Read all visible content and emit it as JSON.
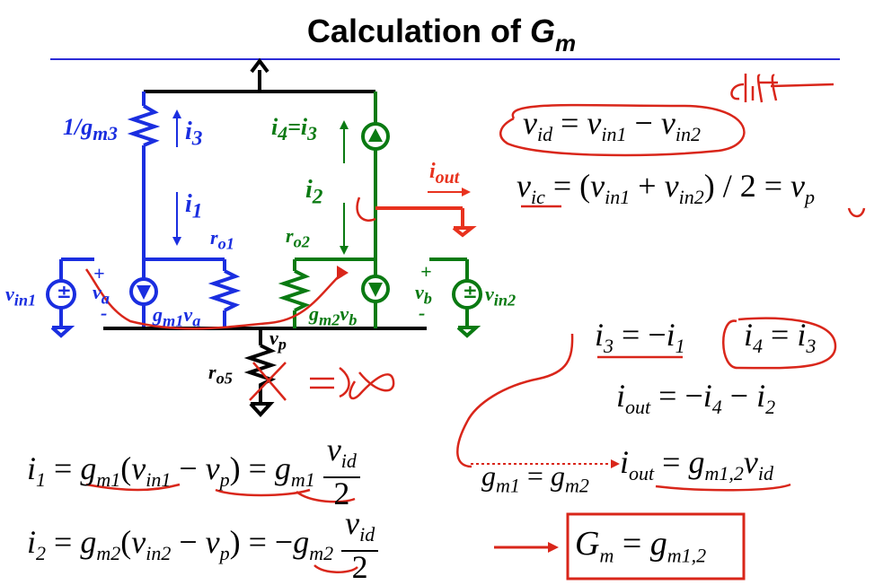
{
  "title": {
    "text": "Calculation of ",
    "g": "G",
    "sub": "m"
  },
  "circuit": {
    "r_gm3": "1/g",
    "r_gm3_sub": "m3",
    "i3": "i",
    "i3_sub": "3",
    "i1": "i",
    "i1_sub": "1",
    "i4": "i",
    "i4_sub": "4",
    "i4_eq": "=i",
    "i4_eq_sub": "3",
    "i2": "i",
    "i2_sub": "2",
    "iout": "i",
    "iout_sub": "out",
    "ro1": "r",
    "ro1_sub": "o1",
    "ro2": "r",
    "ro2_sub": "o2",
    "vin1": "v",
    "vin1_sub": "in1",
    "vin2": "v",
    "vin2_sub": "in2",
    "va": "v",
    "va_sub": "a",
    "vb": "v",
    "vb_sub": "b",
    "gm1va": "g",
    "gm1va_sub": "m1",
    "gm1va_v": "v",
    "gm1va_vsub": "a",
    "gm2vb": "g",
    "gm2vb_sub": "m2",
    "gm2vb_v": "v",
    "gm2vb_vsub": "b",
    "vp": "v",
    "vp_sub": "p",
    "ro5": "r",
    "ro5_sub": "o5",
    "plus": "+",
    "minus": "-"
  },
  "equations": {
    "vid": {
      "lhs": "v",
      "lhs_sub": "id",
      "a": "v",
      "a_sub": "in1",
      "b": "v",
      "b_sub": "in2"
    },
    "vic": {
      "lhs": "v",
      "lhs_sub": "ic",
      "a": "v",
      "a_sub": "in1",
      "b": "v",
      "b_sub": "in2",
      "rhs": "v",
      "rhs_sub": "p"
    },
    "i3": {
      "lhs": "i",
      "lhs_sub": "3",
      "rhs": "i",
      "rhs_sub": "1"
    },
    "i4": {
      "lhs": "i",
      "lhs_sub": "4",
      "rhs": "i",
      "rhs_sub": "3"
    },
    "iout": {
      "lhs": "i",
      "lhs_sub": "out",
      "a": "i",
      "a_sub": "4",
      "b": "i",
      "b_sub": "2"
    },
    "iout2": {
      "lhs": "i",
      "lhs_sub": "out",
      "rhs": "g",
      "rhs_sub": "m1,2",
      "v": "v",
      "v_sub": "id"
    },
    "gm_eq": {
      "a": "g",
      "a_sub": "m1",
      "b": "g",
      "b_sub": "m2"
    },
    "i1": {
      "lhs": "i",
      "lhs_sub": "1",
      "g": "g",
      "g_sub": "m1",
      "a": "v",
      "a_sub": "in1",
      "b": "v",
      "b_sub": "p",
      "num": "v",
      "num_sub": "id",
      "den": "2"
    },
    "i2": {
      "lhs": "i",
      "lhs_sub": "2",
      "g": "g",
      "g_sub": "m2",
      "a": "v",
      "a_sub": "in2",
      "b": "v",
      "b_sub": "p",
      "num": "v",
      "num_sub": "id",
      "den": "2"
    },
    "Gm": {
      "lhs": "G",
      "lhs_sub": "m",
      "rhs": "g",
      "rhs_sub": "m1,2"
    }
  },
  "annotations": {
    "diff": "diff",
    "inf": "∞"
  },
  "colors": {
    "blue": "#1a2ee0",
    "green": "#0a7a12",
    "red": "#e8321e",
    "rule": "#2b2bd6",
    "black": "#000000"
  }
}
